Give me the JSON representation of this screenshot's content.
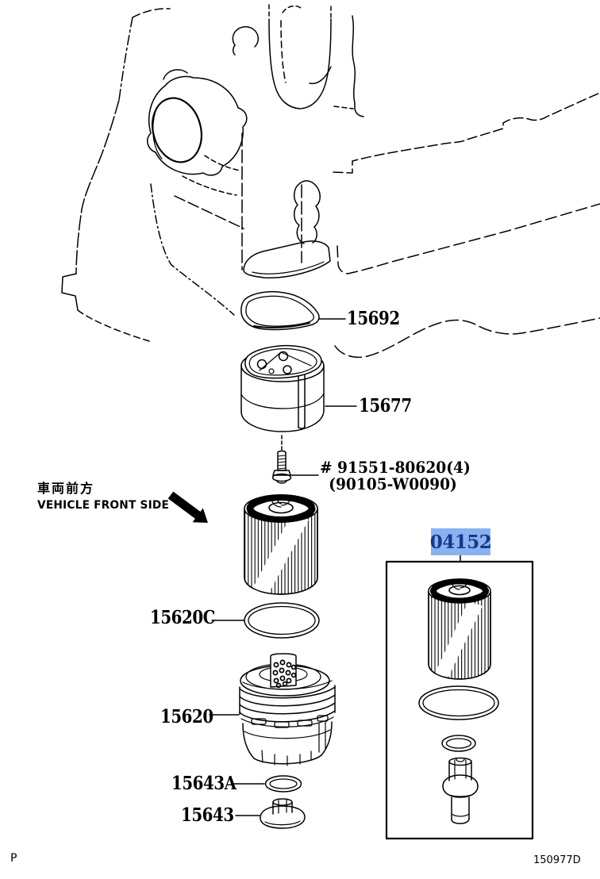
{
  "doc": {
    "footer_left": "P",
    "footer_right": "150977D"
  },
  "orientation": {
    "jp": "車両前方",
    "en": "VEHICLE FRONT SIDE"
  },
  "callouts": {
    "gasket": {
      "label": "15692"
    },
    "bracket": {
      "label": "15677"
    },
    "bolt": {
      "line1": "# 91551-80620(4)",
      "line2": "(90105-W0090)"
    },
    "oring_large": {
      "label": "15620C"
    },
    "cap": {
      "label": "15620"
    },
    "oring_small": {
      "label": "15643A"
    },
    "plug": {
      "label": "15643"
    },
    "kit": {
      "label": "04152",
      "highlighted": true
    }
  },
  "colors": {
    "line": "#000000",
    "highlight_bg": "#8ab2f0",
    "highlight_text": "#16388a",
    "background": "#ffffff"
  }
}
